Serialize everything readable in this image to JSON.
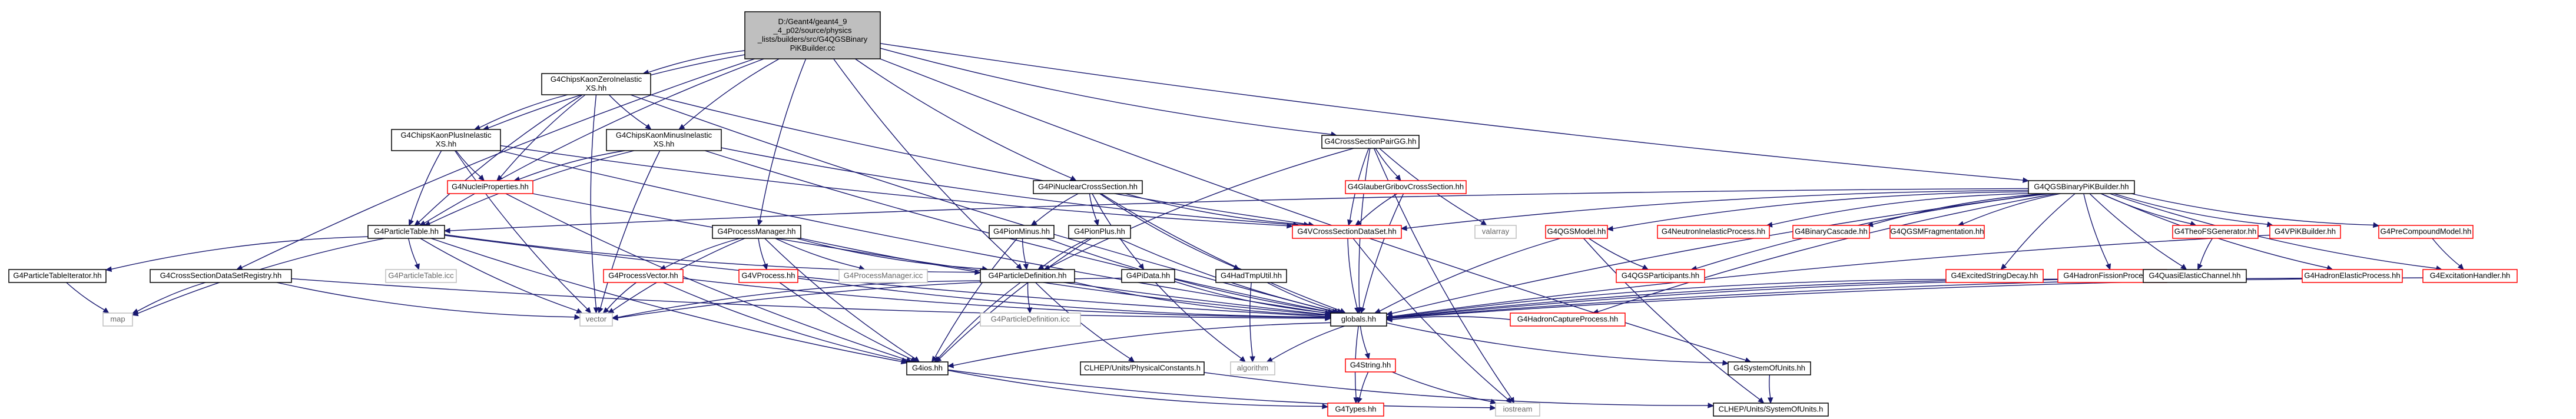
{
  "graph_title": "Include dependency graph for G4QGSBinaryPiKBuilder.cc",
  "colors": {
    "edge": "#191970",
    "normal_border": "#000000",
    "missing_border": "#ff0000",
    "external_border": "#bfbfbf",
    "root_fill": "#bfbfbf",
    "external_text": "#666666"
  },
  "nodes": [
    {
      "id": "root",
      "lines": [
        "D:/Geant4/geant4_9",
        "_4_p02/source/physics",
        "_lists/builders/src/G4QGSBinary",
        "PiKBuilder.cc"
      ],
      "kind": "root"
    },
    {
      "id": "zero",
      "lines": [
        "G4ChipsKaonZeroInelastic",
        "XS.hh"
      ],
      "kind": "normal"
    },
    {
      "id": "plus",
      "lines": [
        "G4ChipsKaonPlusInelastic",
        "XS.hh"
      ],
      "kind": "normal"
    },
    {
      "id": "minus",
      "lines": [
        "G4ChipsKaonMinusInelastic",
        "XS.hh"
      ],
      "kind": "normal"
    },
    {
      "id": "nucleiprop",
      "lines": [
        "G4NucleiProperties.hh"
      ],
      "kind": "missing"
    },
    {
      "id": "particletable",
      "lines": [
        "G4ParticleTable.hh"
      ],
      "kind": "normal"
    },
    {
      "id": "ptiter",
      "lines": [
        "G4ParticleTableIterator.hh"
      ],
      "kind": "normal"
    },
    {
      "id": "map",
      "lines": [
        "map"
      ],
      "kind": "external"
    },
    {
      "id": "ptcc",
      "lines": [
        "G4ParticleTable.icc"
      ],
      "kind": "external"
    },
    {
      "id": "csregistry",
      "lines": [
        "G4CrossSectionDataSetRegistry.hh"
      ],
      "kind": "normal"
    },
    {
      "id": "procmgr",
      "lines": [
        "G4ProcessManager.hh"
      ],
      "kind": "normal"
    },
    {
      "id": "procvec",
      "lines": [
        "G4ProcessVector.hh"
      ],
      "kind": "missing"
    },
    {
      "id": "vprocess",
      "lines": [
        "G4VProcess.hh"
      ],
      "kind": "missing"
    },
    {
      "id": "procmgricc",
      "lines": [
        "G4ProcessManager.icc"
      ],
      "kind": "external"
    },
    {
      "id": "vector",
      "lines": [
        "vector"
      ],
      "kind": "external"
    },
    {
      "id": "g4ios",
      "lines": [
        "G4ios.hh"
      ],
      "kind": "normal"
    },
    {
      "id": "g4types",
      "lines": [
        "G4Types.hh"
      ],
      "kind": "missing"
    },
    {
      "id": "pdef",
      "lines": [
        "G4ParticleDefinition.hh"
      ],
      "kind": "normal"
    },
    {
      "id": "pdeficc",
      "lines": [
        "G4ParticleDefinition.icc"
      ],
      "kind": "external"
    },
    {
      "id": "physconst",
      "lines": [
        "CLHEP/Units/PhysicalConstants.h"
      ],
      "kind": "normal"
    },
    {
      "id": "nuccs",
      "lines": [
        "G4PiNuclearCrossSection.hh"
      ],
      "kind": "normal"
    },
    {
      "id": "pionminus",
      "lines": [
        "G4PionMinus.hh"
      ],
      "kind": "normal"
    },
    {
      "id": "pionplus",
      "lines": [
        "G4PionPlus.hh"
      ],
      "kind": "normal"
    },
    {
      "id": "pidata",
      "lines": [
        "G4PiData.hh"
      ],
      "kind": "normal"
    },
    {
      "id": "hadtmputil",
      "lines": [
        "G4HadTmpUtil.hh"
      ],
      "kind": "normal"
    },
    {
      "id": "algorithm",
      "lines": [
        "algorithm"
      ],
      "kind": "external"
    },
    {
      "id": "globals",
      "lines": [
        "globals.hh"
      ],
      "kind": "normal"
    },
    {
      "id": "g4string",
      "lines": [
        "G4String.hh"
      ],
      "kind": "missing"
    },
    {
      "id": "iostream",
      "lines": [
        "iostream"
      ],
      "kind": "external"
    },
    {
      "id": "sysunits",
      "lines": [
        "G4SystemOfUnits.hh"
      ],
      "kind": "normal"
    },
    {
      "id": "clhepunits",
      "lines": [
        "CLHEP/Units/SystemOfUnits.h"
      ],
      "kind": "normal"
    },
    {
      "id": "cspairgg",
      "lines": [
        "G4CrossSectionPairGG.hh"
      ],
      "kind": "normal"
    },
    {
      "id": "glauber",
      "lines": [
        "G4GlauberGribovCrossSection.hh"
      ],
      "kind": "missing"
    },
    {
      "id": "valarray",
      "lines": [
        "valarray"
      ],
      "kind": "external"
    },
    {
      "id": "vcsds",
      "lines": [
        "G4VCrossSectionDataSet.hh"
      ],
      "kind": "missing"
    },
    {
      "id": "builder",
      "lines": [
        "G4QGSBinaryPiKBuilder.hh"
      ],
      "kind": "normal"
    },
    {
      "id": "qgsmodel",
      "lines": [
        "G4QGSModel.hh"
      ],
      "kind": "missing"
    },
    {
      "id": "qgsparticipants",
      "lines": [
        "G4QGSParticipants.hh"
      ],
      "kind": "missing"
    },
    {
      "id": "neutroninel",
      "lines": [
        "G4NeutronInelasticProcess.hh"
      ],
      "kind": "missing"
    },
    {
      "id": "bincascade",
      "lines": [
        "G4BinaryCascade.hh"
      ],
      "kind": "missing"
    },
    {
      "id": "qgsmfrag",
      "lines": [
        "G4QGSMFragmentation.hh"
      ],
      "kind": "missing"
    },
    {
      "id": "excitedstring",
      "lines": [
        "G4ExcitedStringDecay.hh"
      ],
      "kind": "missing"
    },
    {
      "id": "hadfission",
      "lines": [
        "G4HadronFissionProcess.hh"
      ],
      "kind": "missing"
    },
    {
      "id": "theofs",
      "lines": [
        "G4TheoFSGenerator.hh"
      ],
      "kind": "missing"
    },
    {
      "id": "quasielastic",
      "lines": [
        "G4QuasiElasticChannel.hh"
      ],
      "kind": "normal"
    },
    {
      "id": "vpikbuilder",
      "lines": [
        "G4VPiKBuilder.hh"
      ],
      "kind": "missing"
    },
    {
      "id": "hadelastic",
      "lines": [
        "G4HadronElasticProcess.hh"
      ],
      "kind": "missing"
    },
    {
      "id": "precompound",
      "lines": [
        "G4PreCompoundModel.hh"
      ],
      "kind": "missing"
    },
    {
      "id": "excitation",
      "lines": [
        "G4ExcitationHandler.hh"
      ],
      "kind": "missing"
    },
    {
      "id": "hadcapture",
      "lines": [
        "G4HadronCaptureProcess.hh"
      ],
      "kind": "missing"
    }
  ],
  "edges": [
    [
      "root",
      "zero"
    ],
    [
      "root",
      "plus"
    ],
    [
      "root",
      "minus"
    ],
    [
      "root",
      "particletable"
    ],
    [
      "root",
      "csregistry"
    ],
    [
      "root",
      "procmgr"
    ],
    [
      "root",
      "pdef"
    ],
    [
      "root",
      "nuccs"
    ],
    [
      "root",
      "cspairgg"
    ],
    [
      "root",
      "builder"
    ],
    [
      "root",
      "sysunits"
    ],
    [
      "zero",
      "plus"
    ],
    [
      "zero",
      "minus"
    ],
    [
      "zero",
      "nucleiprop"
    ],
    [
      "zero",
      "particletable"
    ],
    [
      "zero",
      "vector"
    ],
    [
      "zero",
      "vcsds"
    ],
    [
      "zero",
      "globals"
    ],
    [
      "plus",
      "nucleiprop"
    ],
    [
      "plus",
      "particletable"
    ],
    [
      "plus",
      "vector"
    ],
    [
      "plus",
      "vcsds"
    ],
    [
      "plus",
      "globals"
    ],
    [
      "minus",
      "nucleiprop"
    ],
    [
      "minus",
      "particletable"
    ],
    [
      "minus",
      "vector"
    ],
    [
      "minus",
      "vcsds"
    ],
    [
      "minus",
      "globals"
    ],
    [
      "nucleiprop",
      "globals"
    ],
    [
      "nucleiprop",
      "g4ios"
    ],
    [
      "particletable",
      "ptiter"
    ],
    [
      "particletable",
      "map"
    ],
    [
      "particletable",
      "ptcc"
    ],
    [
      "particletable",
      "pdef"
    ],
    [
      "particletable",
      "globals"
    ],
    [
      "particletable",
      "g4ios"
    ],
    [
      "particletable",
      "vector"
    ],
    [
      "ptiter",
      "map"
    ],
    [
      "csregistry",
      "map"
    ],
    [
      "csregistry",
      "vector"
    ],
    [
      "csregistry",
      "globals"
    ],
    [
      "procmgr",
      "procvec"
    ],
    [
      "procmgr",
      "vprocess"
    ],
    [
      "procmgr",
      "procmgricc"
    ],
    [
      "procmgr",
      "pdef"
    ],
    [
      "procmgr",
      "globals"
    ],
    [
      "procmgr",
      "g4ios"
    ],
    [
      "procmgr",
      "vector"
    ],
    [
      "procvec",
      "vector"
    ],
    [
      "procvec",
      "g4ios"
    ],
    [
      "procvec",
      "globals"
    ],
    [
      "vprocess",
      "globals"
    ],
    [
      "vprocess",
      "g4ios"
    ],
    [
      "pdef",
      "pdeficc"
    ],
    [
      "pdef",
      "physconst"
    ],
    [
      "pdef",
      "vector"
    ],
    [
      "pdef",
      "g4ios"
    ],
    [
      "pdef",
      "globals"
    ],
    [
      "nuccs",
      "pionminus"
    ],
    [
      "nuccs",
      "pionplus"
    ],
    [
      "nuccs",
      "pidata"
    ],
    [
      "nuccs",
      "hadtmputil"
    ],
    [
      "nuccs",
      "vcsds"
    ],
    [
      "nuccs",
      "globals"
    ],
    [
      "pionminus",
      "pdef"
    ],
    [
      "pionminus",
      "g4ios"
    ],
    [
      "pionminus",
      "globals"
    ],
    [
      "pionplus",
      "pdef"
    ],
    [
      "pionplus",
      "g4ios"
    ],
    [
      "pionplus",
      "globals"
    ],
    [
      "pidata",
      "vector"
    ],
    [
      "pidata",
      "algorithm"
    ],
    [
      "pidata",
      "globals"
    ],
    [
      "hadtmputil",
      "globals"
    ],
    [
      "hadtmputil",
      "algorithm"
    ],
    [
      "globals",
      "g4string"
    ],
    [
      "globals",
      "g4types"
    ],
    [
      "globals",
      "g4ios"
    ],
    [
      "globals",
      "sysunits"
    ],
    [
      "globals",
      "algorithm"
    ],
    [
      "g4string",
      "g4types"
    ],
    [
      "g4string",
      "iostream"
    ],
    [
      "g4ios",
      "g4types"
    ],
    [
      "g4ios",
      "iostream"
    ],
    [
      "sysunits",
      "clhepunits"
    ],
    [
      "physconst",
      "clhepunits"
    ],
    [
      "cspairgg",
      "glauber"
    ],
    [
      "cspairgg",
      "valarray"
    ],
    [
      "cspairgg",
      "vcsds"
    ],
    [
      "cspairgg",
      "globals"
    ],
    [
      "cspairgg",
      "pdef"
    ],
    [
      "cspairgg",
      "iostream"
    ],
    [
      "glauber",
      "vcsds"
    ],
    [
      "glauber",
      "globals"
    ],
    [
      "vcsds",
      "globals"
    ],
    [
      "vcsds",
      "iostream"
    ],
    [
      "builder",
      "qgsmodel"
    ],
    [
      "builder",
      "qgsparticipants"
    ],
    [
      "builder",
      "neutroninel"
    ],
    [
      "builder",
      "bincascade"
    ],
    [
      "builder",
      "qgsmfrag"
    ],
    [
      "builder",
      "excitedstring"
    ],
    [
      "builder",
      "hadfission"
    ],
    [
      "builder",
      "theofs"
    ],
    [
      "builder",
      "quasielastic"
    ],
    [
      "builder",
      "vpikbuilder"
    ],
    [
      "builder",
      "hadelastic"
    ],
    [
      "builder",
      "precompound"
    ],
    [
      "builder",
      "excitation"
    ],
    [
      "builder",
      "hadcapture"
    ],
    [
      "builder",
      "vcsds"
    ],
    [
      "builder",
      "particletable"
    ],
    [
      "builder",
      "globals"
    ],
    [
      "qgsmodel",
      "qgsparticipants"
    ],
    [
      "qgsmodel",
      "globals"
    ],
    [
      "qgsmodel",
      "clhepunits"
    ],
    [
      "excitedstring",
      "globals"
    ],
    [
      "hadfission",
      "globals"
    ],
    [
      "theofs",
      "quasielastic"
    ],
    [
      "quasielastic",
      "globals"
    ],
    [
      "vpikbuilder",
      "globals"
    ],
    [
      "hadelastic",
      "globals"
    ],
    [
      "precompound",
      "excitation"
    ],
    [
      "excitation",
      "globals"
    ],
    [
      "hadcapture",
      "globals"
    ]
  ]
}
